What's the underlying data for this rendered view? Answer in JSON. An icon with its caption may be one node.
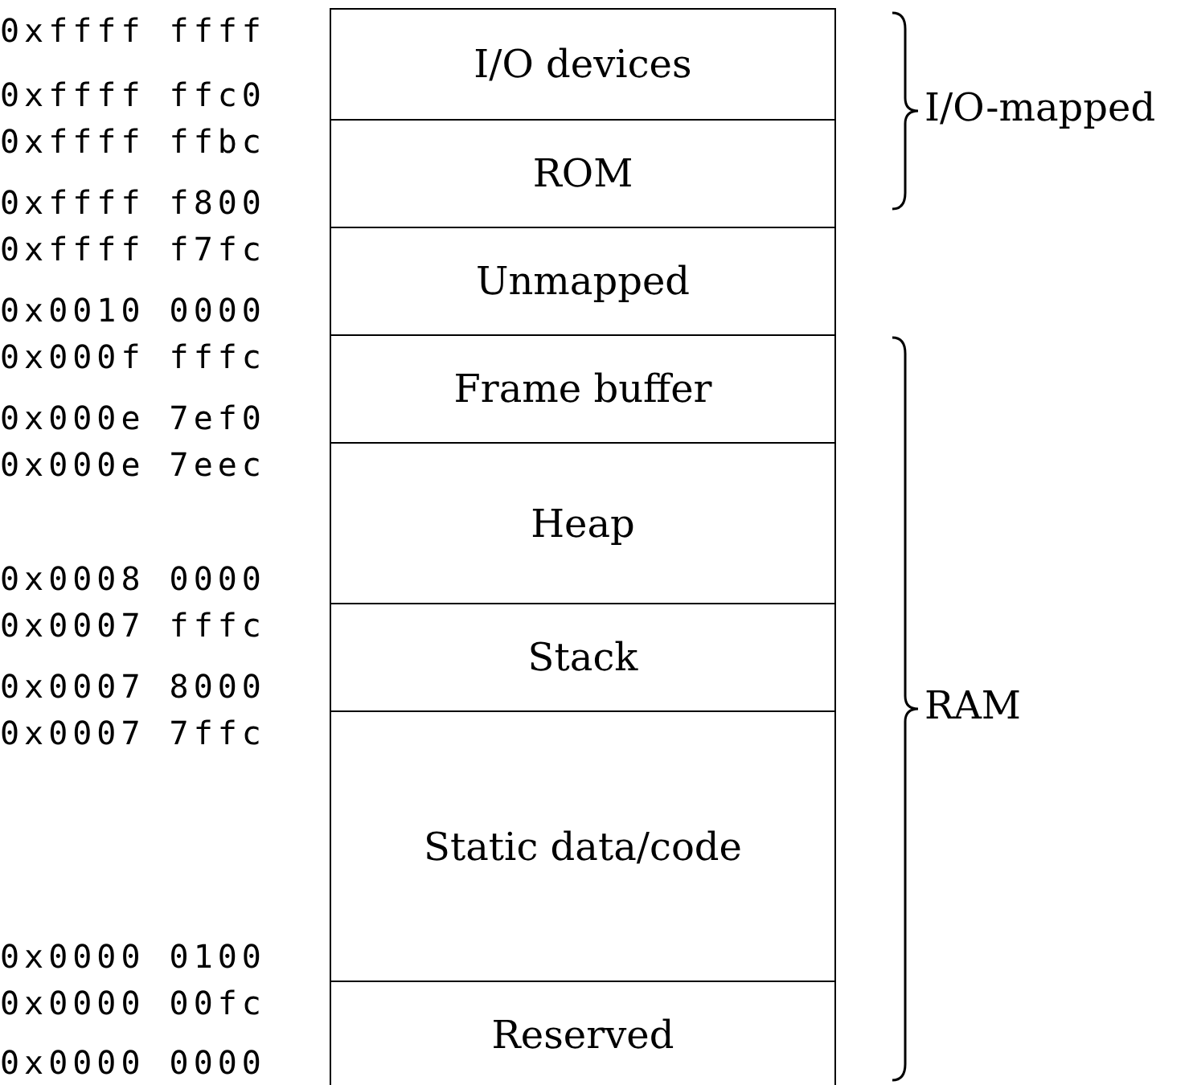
{
  "diagram": {
    "nodes": [
      {
        "text": [
          "I/O devices"
        ],
        "beside": [
          "0xffff ffff",
          "0xffff ffc0"
        ]
      },
      {
        "text": [
          "ROM"
        ],
        "beside": [
          "0xffff ffbc",
          "0xffff f800"
        ]
      },
      {
        "text": [
          "Unmapped"
        ],
        "beside": [
          "0xffff f7fc",
          "0x0010 0000"
        ]
      },
      {
        "text": [
          "Frame buffer"
        ],
        "beside": [
          "0x000f fffc",
          "0x000e 7ef0"
        ]
      },
      {
        "text": [
          "Heap"
        ],
        "beside": [
          "0x000e 7eec",
          "0x0008 0000"
        ]
      },
      {
        "text": [
          "Stack"
        ],
        "beside": [
          "0x0007 fffc",
          "0x0007 8000"
        ]
      },
      {
        "text": [
          "Static data/code"
        ],
        "beside": [
          "0x0007 7ffc",
          "0x0000 0100"
        ]
      },
      {
        "text": [
          "Reserved"
        ],
        "beside": [
          "0x0000 00fc",
          "0x0000 0000"
        ]
      }
    ],
    "edges": [],
    "labels": [
      "I/O-mapped",
      "RAM"
    ]
  }
}
